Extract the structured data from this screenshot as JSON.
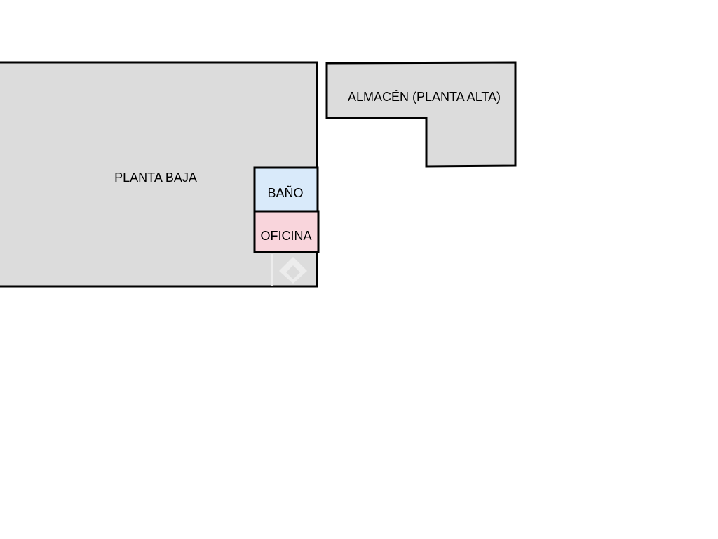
{
  "rooms": {
    "planta_baja": {
      "label": "PLANTA BAJA"
    },
    "almacen": {
      "label": "ALMACÉN (PLANTA ALTA)"
    },
    "bano": {
      "label": "BAÑO"
    },
    "oficina": {
      "label": "OFICINA"
    }
  },
  "colors": {
    "wall": "#000000",
    "floor_fill": "#dcdcdc",
    "bano_fill": "#d9eafa",
    "oficina_fill": "#f9d5dc",
    "watermark": "#eeeeee"
  },
  "watermark": {
    "icon": "house-logo-icon"
  }
}
